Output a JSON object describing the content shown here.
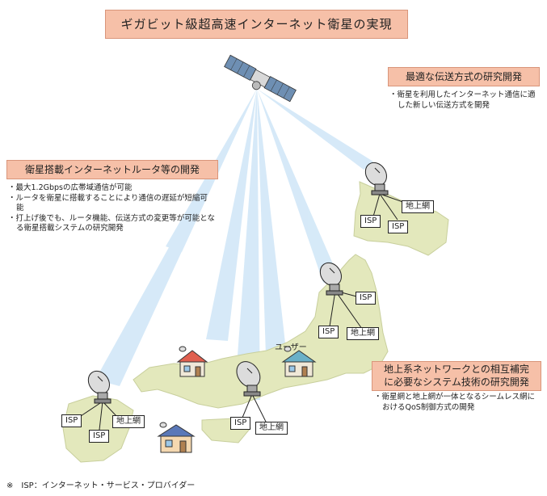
{
  "title": "ギガビット級超高速インターネット衛星の実現",
  "sections": {
    "router": {
      "heading": "衛星搭載インターネットルータ等の開発",
      "bullets": [
        "最大1.2Gbpsの広帯域通信が可能",
        "ルータを衛星に搭載することにより通信の遅延が短縮可能",
        "打上げ後でも、ルータ機能、伝送方式の変更等が可能となる衛星搭載システムの研究開発"
      ]
    },
    "transmission": {
      "heading": "最適な伝送方式の研究開発",
      "bullets": [
        "衛星を利用したインターネット通信に適した新しい伝送方式を開発"
      ]
    },
    "terrestrial": {
      "heading_line1": "地上系ネットワークとの相互補完",
      "heading_line2": "に必要なシステム技術の研究開発",
      "bullets": [
        "衛星網と地上網が一体となるシームレス網におけるQoS制御方式の開発"
      ]
    }
  },
  "labels": {
    "isp": "ISP",
    "ground_network": "地上網",
    "user": "ユーザー"
  },
  "footnote": "※　ISP：インターネット・サービス・プロバイダー"
}
